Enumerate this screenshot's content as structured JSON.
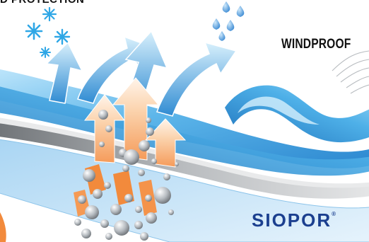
{
  "caption": {
    "top_text": "D PROTECTION"
  },
  "labels": {
    "windproof": "WINDPROOF"
  },
  "brand": {
    "name": "SIOPOR",
    "mark": "®"
  },
  "colors": {
    "fabric_light": "#8fd0f2",
    "fabric_mid": "#3a9ad8",
    "fabric_dark": "#1e6db5",
    "membrane_grey": "#8e9296",
    "membrane_light": "#d8dadc",
    "base_light": "#cfe6f7",
    "vapor_arrow_start": "#f7a567",
    "vapor_arrow_end": "#fff3e6",
    "orange_fiber": "#f28a3c",
    "water_drop": "#3a8fd9",
    "snowflake": "#2fa7e6",
    "logo_text": "#1b3f8f"
  },
  "icons": [
    "snowflake-icon",
    "water-drop-icon",
    "wind-lines-icon",
    "vapor-arrow-icon",
    "wind-arrow-icon"
  ]
}
